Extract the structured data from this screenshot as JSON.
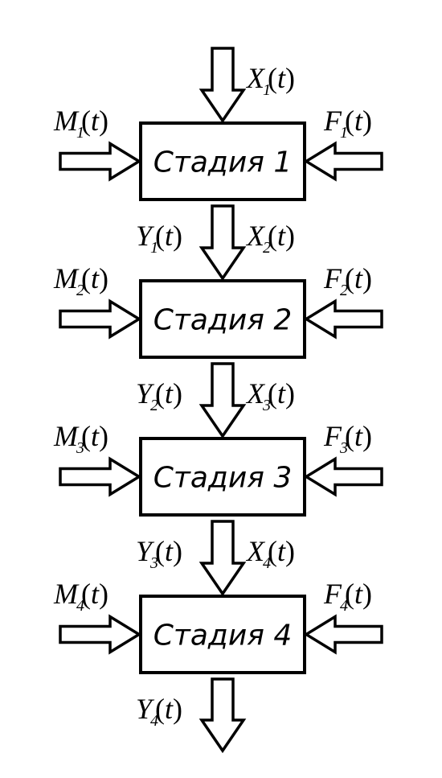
{
  "stages": [
    {
      "label": "Стадия 1",
      "left": {
        "var": "M",
        "sub": "1",
        "arg": "t"
      },
      "right": {
        "var": "F",
        "sub": "1",
        "arg": "t"
      },
      "top_left": null,
      "top_right": {
        "var": "X",
        "sub": "1",
        "arg": "t"
      }
    },
    {
      "label": "Стадия 2",
      "left": {
        "var": "M",
        "sub": "2",
        "arg": "t"
      },
      "right": {
        "var": "F",
        "sub": "2",
        "arg": "t"
      },
      "top_left": {
        "var": "Y",
        "sub": "1",
        "arg": "t"
      },
      "top_right": {
        "var": "X",
        "sub": "2",
        "arg": "t"
      }
    },
    {
      "label": "Стадия 3",
      "left": {
        "var": "M",
        "sub": "3",
        "arg": "t"
      },
      "right": {
        "var": "F",
        "sub": "3",
        "arg": "t"
      },
      "top_left": {
        "var": "Y",
        "sub": "2",
        "arg": "t"
      },
      "top_right": {
        "var": "X",
        "sub": "3",
        "arg": "t"
      }
    },
    {
      "label": "Стадия 4",
      "left": {
        "var": "M",
        "sub": "4",
        "arg": "t"
      },
      "right": {
        "var": "F",
        "sub": "4",
        "arg": "t"
      },
      "top_left": {
        "var": "Y",
        "sub": "3",
        "arg": "t"
      },
      "top_right": {
        "var": "X",
        "sub": "4",
        "arg": "t"
      }
    }
  ],
  "output": {
    "var": "Y",
    "sub": "4",
    "arg": "t"
  }
}
